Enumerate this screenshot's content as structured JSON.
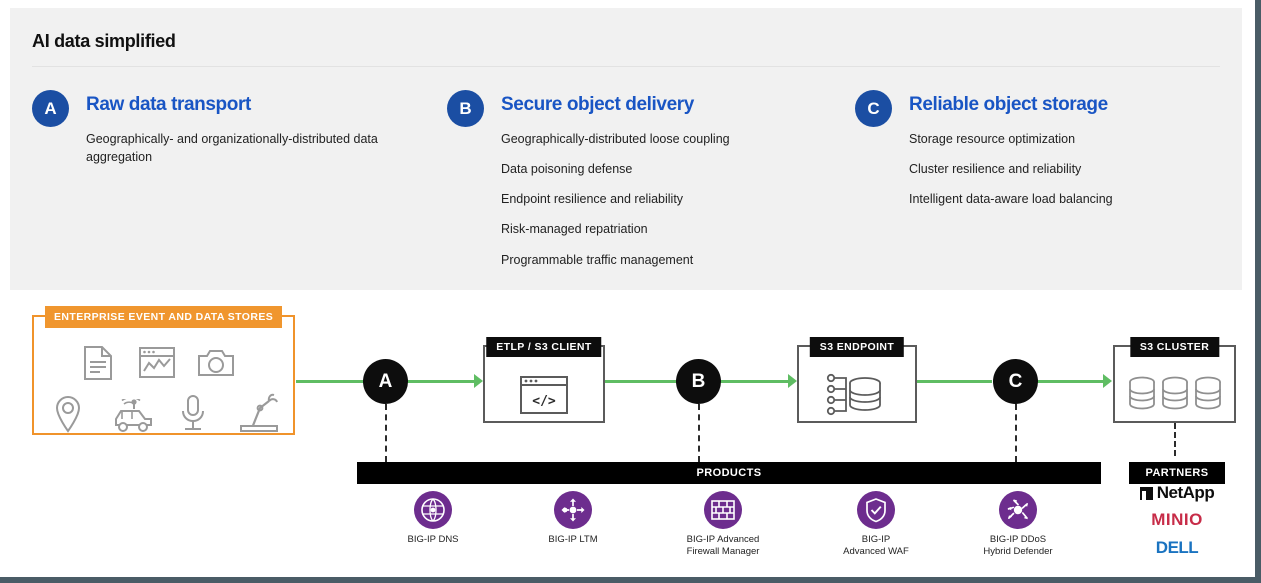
{
  "panel": {
    "title": "AI data simplified",
    "accent_blue": "#1955c4",
    "badge_blue": "#1b4ea3",
    "background": "#f1f1f1",
    "columns": [
      {
        "badge": "A",
        "heading": "Raw data transport",
        "bullets": [
          "Geographically- and organizationally-distributed data aggregation"
        ]
      },
      {
        "badge": "B",
        "heading": "Secure object delivery",
        "bullets": [
          "Geographically-distributed loose coupling",
          "Data poisoning defense",
          "Endpoint resilience and reliability",
          "Risk-managed repatriation",
          "Programmable traffic management"
        ]
      },
      {
        "badge": "C",
        "heading": "Reliable object storage",
        "bullets": [
          "Storage resource optimization",
          "Cluster resilience and reliability",
          "Intelligent data-aware load balancing"
        ]
      }
    ]
  },
  "diagram": {
    "flow_color": "#5fbd63",
    "enterprise": {
      "label": "ENTERPRISE EVENT AND DATA STORES",
      "border_color": "#f0932b",
      "label_color": "#f0962e",
      "icons": [
        "document-icon",
        "chart-window-icon",
        "camera-icon",
        "location-pin-icon",
        "connected-car-icon",
        "microphone-icon",
        "robot-arm-icon"
      ]
    },
    "stages": [
      {
        "letter": "A"
      },
      {
        "letter": "B"
      },
      {
        "letter": "C"
      }
    ],
    "nodes": [
      {
        "label": "ETLP / S3 CLIENT",
        "icon": "code-window-icon"
      },
      {
        "label": "S3 ENDPOINT",
        "icon": "database-network-icon"
      },
      {
        "label": "S3 CLUSTER",
        "icon": "database-stack-icon"
      }
    ],
    "products_bar": "PRODUCTS",
    "partners_bar": "PARTNERS",
    "products": [
      {
        "name": "BIG-IP DNS",
        "icon": "globe-dns-icon"
      },
      {
        "name": "BIG-IP LTM",
        "icon": "load-balance-icon"
      },
      {
        "name": "BIG-IP Advanced\nFirewall Manager",
        "line1": "BIG-IP Advanced",
        "line2": "Firewall Manager",
        "icon": "firewall-brick-icon"
      },
      {
        "name": "BIG-IP\nAdvanced WAF",
        "line1": "BIG-IP",
        "line2": "Advanced WAF",
        "icon": "shield-check-icon"
      },
      {
        "name": "BIG-IP DDoS\nHybrid Defender",
        "line1": "BIG-IP DDoS",
        "line2": "Hybrid Defender",
        "icon": "ddos-scatter-icon"
      }
    ],
    "product_icon_color": "#6d2d8e",
    "partners": [
      {
        "name": "NetApp",
        "color": "#0d0d0d"
      },
      {
        "name": "MINIO",
        "color": "#c72c48"
      },
      {
        "name": "DELL",
        "color": "#1a73c0"
      }
    ]
  }
}
